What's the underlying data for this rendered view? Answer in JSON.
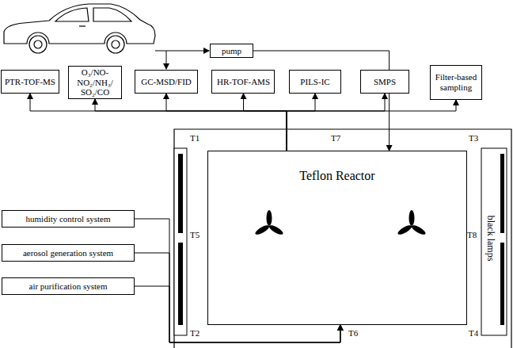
{
  "diagram": {
    "nodes": [
      {
        "text": [
          "pump"
        ]
      },
      {
        "text": [
          "PTR-TOF-MS"
        ]
      },
      {
        "text": [
          "O₃/NO- NO₂/NH₃/ SO₂/CO"
        ]
      },
      {
        "text": [
          "GC-MSD/FID"
        ]
      },
      {
        "text": [
          "HR-TOF-AMS"
        ]
      },
      {
        "text": [
          "PILS-IC"
        ]
      },
      {
        "text": [
          "SMPS"
        ]
      },
      {
        "text": [
          "Filter-based sampling"
        ]
      },
      {
        "text": [
          "Teflon Reactor"
        ]
      },
      {
        "text": [
          "humidity control system"
        ]
      },
      {
        "text": [
          "aerosol generation system"
        ]
      },
      {
        "text": [
          "air purification system"
        ]
      }
    ],
    "edges": [
      {
        "from": 0,
        "to": 8,
        "arrow": "to"
      },
      {
        "from": 8,
        "to": 1,
        "arrow": "to"
      },
      {
        "from": 8,
        "to": 2,
        "arrow": "to"
      },
      {
        "from": 8,
        "to": 3,
        "arrow": "to"
      },
      {
        "from": 8,
        "to": 4,
        "arrow": "to"
      },
      {
        "from": 8,
        "to": 5,
        "arrow": "to"
      },
      {
        "from": 8,
        "to": 6,
        "arrow": "to"
      },
      {
        "from": 8,
        "to": 7,
        "arrow": "to"
      },
      {
        "from": 9,
        "to": 8,
        "arrow": "to"
      },
      {
        "from": 10,
        "to": 8,
        "arrow": "to"
      },
      {
        "from": 11,
        "to": 8,
        "arrow": "to"
      }
    ],
    "labels": [
      "T1",
      "T7",
      "T3",
      "T5",
      "T8",
      "T2",
      "T6",
      "T4",
      "black lamps"
    ]
  }
}
